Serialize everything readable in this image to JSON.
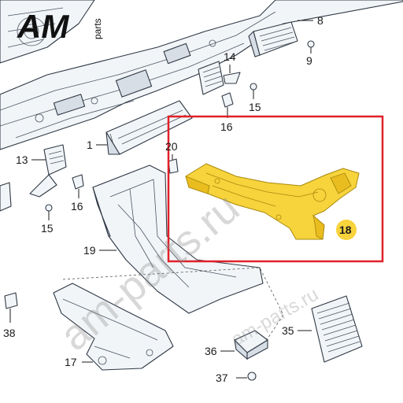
{
  "logo": {
    "main": "AM",
    "sub": "parts"
  },
  "watermark": {
    "text_large": "am-parts.ru",
    "text_small": "am-parts.ru"
  },
  "highlight_box_color": "#e0202a",
  "highlight_part_color": "#f7d33c",
  "callouts": [
    {
      "id": "c8",
      "label": "8"
    },
    {
      "id": "c9",
      "label": "9"
    },
    {
      "id": "c14",
      "label": "14"
    },
    {
      "id": "c15a",
      "label": "15"
    },
    {
      "id": "c16a",
      "label": "16"
    },
    {
      "id": "c1",
      "label": "1"
    },
    {
      "id": "c20",
      "label": "20"
    },
    {
      "id": "c13",
      "label": "13"
    },
    {
      "id": "c16b",
      "label": "16"
    },
    {
      "id": "c15b",
      "label": "15"
    },
    {
      "id": "c19",
      "label": "19"
    },
    {
      "id": "c18",
      "label": "18"
    },
    {
      "id": "c38",
      "label": "38"
    },
    {
      "id": "c35",
      "label": "35"
    },
    {
      "id": "c36",
      "label": "36"
    },
    {
      "id": "c17",
      "label": "17"
    },
    {
      "id": "c37",
      "label": "37"
    }
  ]
}
